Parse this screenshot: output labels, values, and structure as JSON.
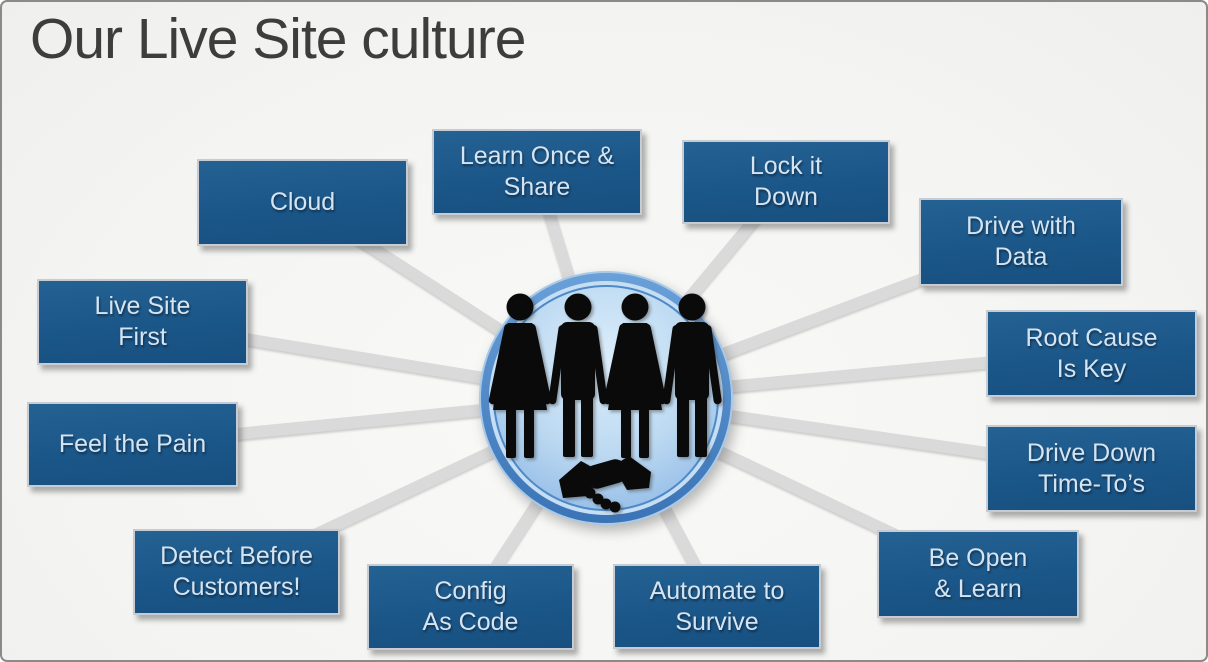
{
  "slide": {
    "title": "Our Live Site culture"
  },
  "nodes": [
    {
      "id": "cloud",
      "label": "Cloud"
    },
    {
      "id": "learn-once-share",
      "label": "Learn Once &\nShare"
    },
    {
      "id": "lock-it-down",
      "label": "Lock it\nDown"
    },
    {
      "id": "drive-with-data",
      "label": "Drive with\nData"
    },
    {
      "id": "root-cause",
      "label": "Root Cause\nIs Key"
    },
    {
      "id": "drive-down",
      "label": "Drive Down\nTime-To’s"
    },
    {
      "id": "be-open-learn",
      "label": "Be Open\n& Learn"
    },
    {
      "id": "automate",
      "label": "Automate to\nSurvive"
    },
    {
      "id": "config-as-code",
      "label": "Config\nAs Code"
    },
    {
      "id": "detect-before",
      "label": "Detect Before\nCustomers!"
    },
    {
      "id": "feel-the-pain",
      "label": "Feel the Pain"
    },
    {
      "id": "live-site-first",
      "label": "Live Site\nFirst"
    }
  ],
  "center": {
    "icons": [
      "people-silhouettes",
      "handshake"
    ]
  },
  "colors": {
    "box_fill": "#1b5688",
    "box_border": "#c7ccd2",
    "box_text": "#d5e4f2",
    "spoke": "#dadada",
    "circle_ring": "#3f7cbf",
    "circle_fill_light": "#dcedfb",
    "circle_fill_edge": "#8fb9e6",
    "silhouette": "#0a0a0a",
    "title_text": "#3d3d3d",
    "background": "#f4f4f2",
    "frame_border": "#8a8a8a"
  }
}
